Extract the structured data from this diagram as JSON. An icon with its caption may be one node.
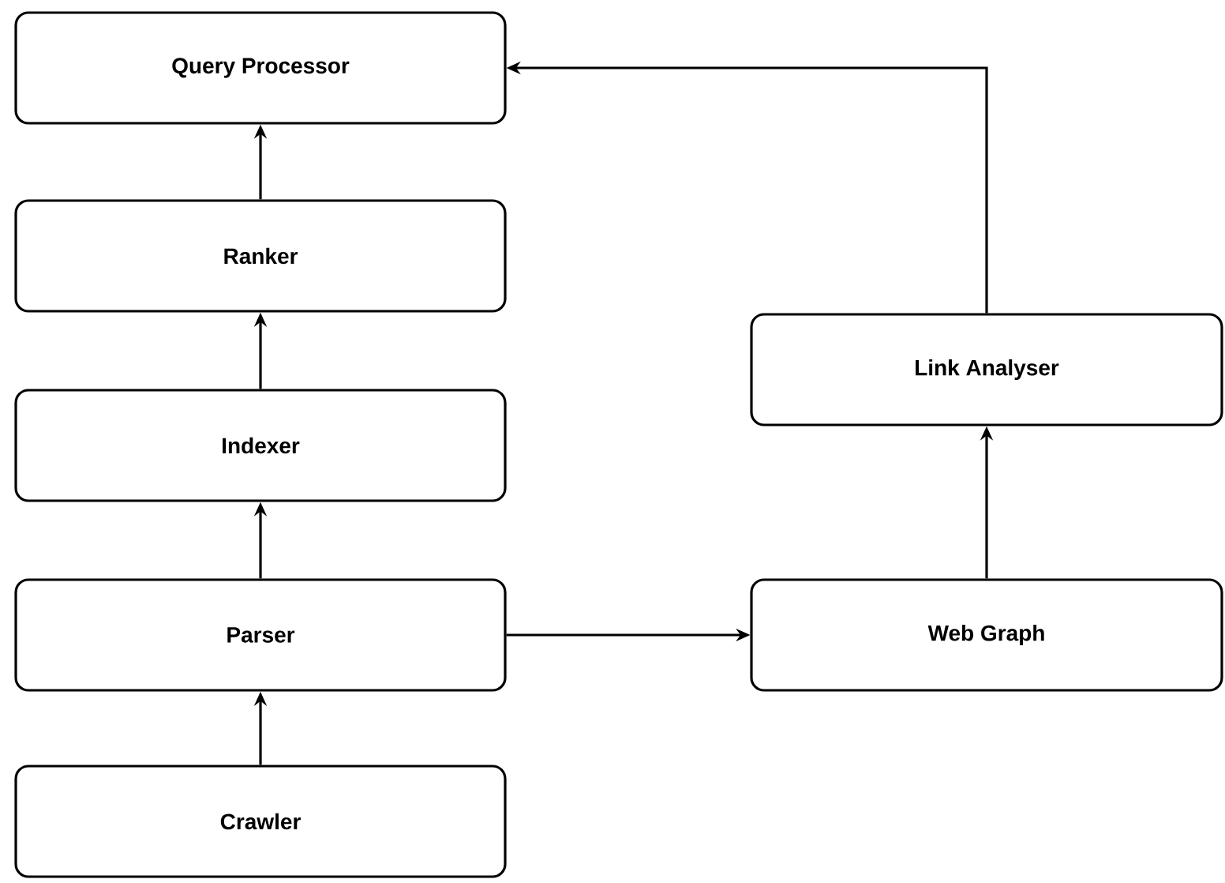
{
  "diagram": {
    "nodes": [
      {
        "text": [
          "Query Processor"
        ]
      },
      {
        "text": [
          "Ranker"
        ]
      },
      {
        "text": [
          "Indexer"
        ]
      },
      {
        "text": [
          "Parser"
        ]
      },
      {
        "text": [
          "Crawler"
        ]
      },
      {
        "text": [
          "Link Analyser"
        ]
      },
      {
        "text": [
          "Web Graph"
        ]
      }
    ],
    "edges": [
      {
        "from": 4,
        "to": 3,
        "arrow": "to"
      },
      {
        "from": 3,
        "to": 2,
        "arrow": "to"
      },
      {
        "from": 2,
        "to": 1,
        "arrow": "to"
      },
      {
        "from": 1,
        "to": 0,
        "arrow": "to"
      },
      {
        "from": 3,
        "to": 6,
        "arrow": "to"
      },
      {
        "from": 6,
        "to": 5,
        "arrow": "to"
      },
      {
        "from": 5,
        "to": 0,
        "arrow": "to"
      }
    ]
  }
}
